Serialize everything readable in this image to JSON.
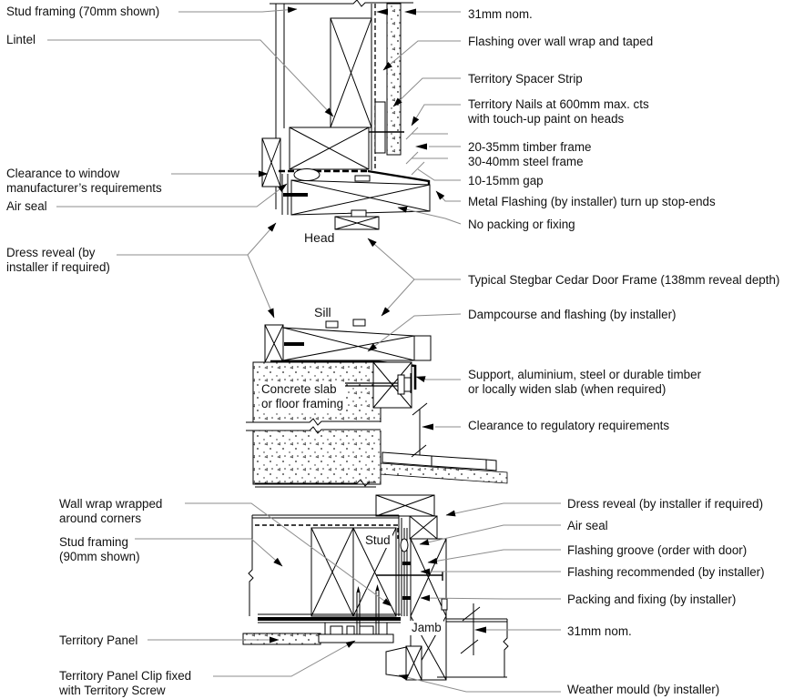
{
  "figure": {
    "kind": "construction detail drawing",
    "sections": [
      "Head",
      "Sill",
      "Jamb"
    ]
  },
  "captions": {
    "head": "Head",
    "sill": "Sill",
    "stud": "Stud",
    "jamb": "Jamb",
    "concrete_slab": "Concrete slab\nor floor framing"
  },
  "labels": {
    "stud_framing_head": "Stud framing (70mm shown)",
    "lintel": "Lintel",
    "clearance_window": "Clearance to window\nmanufacturer’s requirements",
    "air_seal_head": "Air seal",
    "dress_reveal_head": "Dress reveal (by\ninstaller if required)",
    "dim_31_top": "31mm nom.",
    "flashing_over_wrap": "Flashing over wall wrap and taped",
    "spacer_strip": "Territory Spacer Strip",
    "territory_nails": "Territory Nails at 600mm max. cts\nwith touch-up paint on heads",
    "frame_depth": "20-35mm timber frame\n30-40mm steel frame",
    "gap_10_15": "10-15mm gap",
    "metal_flashing": "Metal Flashing (by installer) turn up stop-ends",
    "no_packing": "No packing or fixing",
    "stegbar_frame": "Typical Stegbar Cedar Door Frame (138mm reveal depth)",
    "dampcourse": "Dampcourse and flashing (by installer)",
    "support": "Support, aluminium, steel or durable timber\nor locally widen slab (when required)",
    "clearance_reg": "Clearance to regulatory requirements",
    "wall_wrap": "Wall wrap wrapped\naround corners",
    "stud_framing_jamb": "Stud framing\n(90mm shown)",
    "territory_panel": "Territory Panel",
    "territory_clip": "Territory Panel Clip fixed\nwith Territory Screw",
    "dress_reveal_jamb": "Dress reveal (by installer if required)",
    "air_seal_jamb": "Air seal",
    "flashing_groove": "Flashing groove (order with door)",
    "flashing_recommended": "Flashing recommended (by installer)",
    "packing_fixing": "Packing and fixing (by installer)",
    "dim_31_bottom": "31mm nom.",
    "weather_mould": "Weather mould (by installer)"
  },
  "colors": {
    "drawing_line": "#000000",
    "leader_line": "#8c8c8c",
    "text": "#111111",
    "background": "#ffffff"
  }
}
